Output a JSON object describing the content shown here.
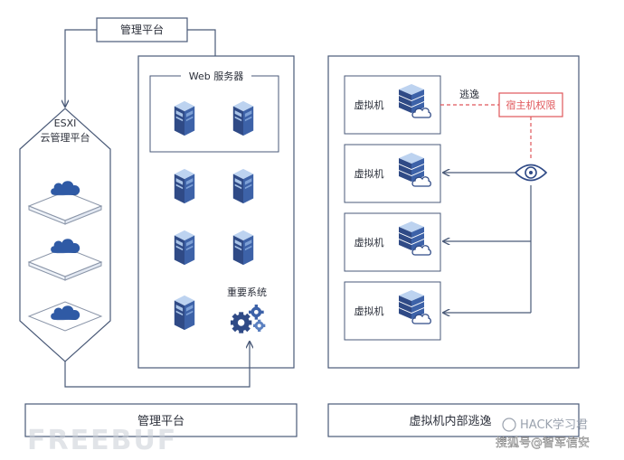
{
  "colors": {
    "line": "#4a5a78",
    "server_dark": "#2f4a86",
    "server_mid": "#3d62a8",
    "server_light": "#a9c3e6",
    "cloud": "#2f5aa5",
    "cloud_dark": "#244a8c",
    "alert": "#e0565a",
    "text": "#2b2f3a",
    "watermark": "#9aa2ae"
  },
  "top_box": {
    "label": "管理平台"
  },
  "esxi": {
    "line1": "ESXI",
    "line2": "云管理平台"
  },
  "web_group": {
    "label": "Web 服务器"
  },
  "important_system": {
    "label": "重要系统"
  },
  "bottom_left": {
    "label": "管理平台"
  },
  "right_panel": {
    "vm_label": "虚拟机",
    "escape_label": "逃逸",
    "host_privilege": "宿主机权限",
    "bottom_label": "虚拟机内部逃逸"
  },
  "watermark": {
    "left": "FREEBUF",
    "right_top": "HACK学习君",
    "right_bottom": "搜狐号@智军信安"
  },
  "icons": {
    "server": "server-icon",
    "cloud": "cloud-icon",
    "gear": "gear-icon",
    "eye": "eye-icon",
    "vm": "vm-server-icon"
  }
}
